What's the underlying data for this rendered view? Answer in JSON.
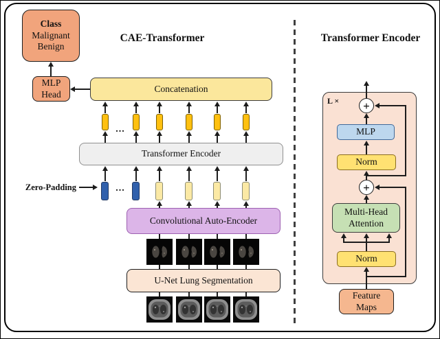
{
  "left_panel": {
    "title": "CAE-Transformer",
    "class_box": {
      "line1": "Class",
      "line2": "Malignant",
      "line3": "Benign"
    },
    "mlp_head": {
      "line1": "MLP",
      "line2": "Head"
    },
    "concatenation": "Concatenation",
    "transformer_encoder": "Transformer Encoder",
    "zero_padding": "Zero-Padding",
    "ellipsis_top": "...",
    "ellipsis_bottom": "...",
    "cae": "Convolutional Auto-Encoder",
    "unet": "U-Net Lung Segmentation"
  },
  "right_panel": {
    "title": "Transformer Encoder",
    "repeat_label": "L ×",
    "plus_top": "+",
    "plus_bottom": "+",
    "mlp": "MLP",
    "norm_top": "Norm",
    "mha": {
      "line1": "Multi-Head",
      "line2": "Attention"
    },
    "norm_bottom": "Norm",
    "feature_maps": {
      "line1": "Feature",
      "line2": "Maps"
    }
  },
  "colors": {
    "salmon_box": "#F1A47C",
    "concatenation_yellow": "#FBE79C",
    "patch_token_orange": "#FFC010",
    "zero_padding_blue": "#3060AC",
    "cae_token_pale_yellow": "#FBE9A5",
    "transformer_encoder_gray": "#EFEFEF",
    "cae_purple": "#DCB5E8",
    "unet_peach": "#FBE5D4",
    "encoder_panel_peach": "#FAE1D3",
    "mlp_blue": "#BDD7EE",
    "norm_yellow": "#FFE172",
    "attention_green": "#C6E0B4",
    "feature_maps_salmon": "#F5B78F",
    "line_black": "#1c1c1c"
  }
}
